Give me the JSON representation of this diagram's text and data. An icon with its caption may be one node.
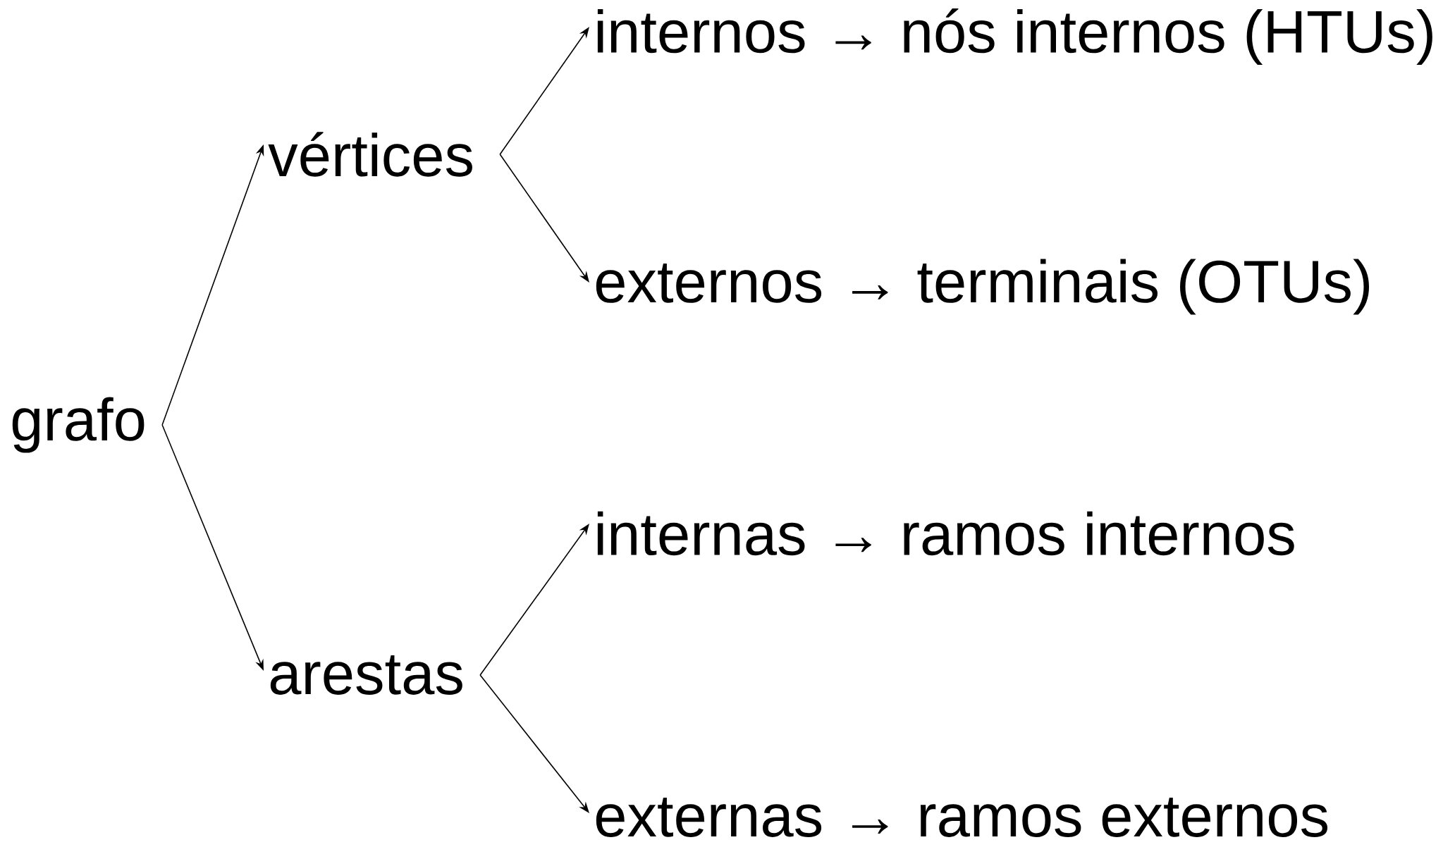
{
  "diagram": {
    "nodes": [
      {
        "text": [
          "grafo"
        ]
      },
      {
        "text": [
          "vértices"
        ]
      },
      {
        "text": [
          "arestas"
        ]
      },
      {
        "text": [
          "internos → nós internos (HTUs)"
        ]
      },
      {
        "text": [
          "externos → terminais (OTUs)"
        ]
      },
      {
        "text": [
          "internas → ramos internos"
        ]
      },
      {
        "text": [
          "externas → ramos externos"
        ]
      }
    ],
    "edges": [
      {
        "from": 0,
        "to": 1,
        "arrow": "to"
      },
      {
        "from": 0,
        "to": 2,
        "arrow": "to"
      },
      {
        "from": 1,
        "to": 3,
        "arrow": "to"
      },
      {
        "from": 1,
        "to": 4,
        "arrow": "to"
      },
      {
        "from": 2,
        "to": 5,
        "arrow": "to"
      },
      {
        "from": 2,
        "to": 6,
        "arrow": "to"
      }
    ]
  }
}
